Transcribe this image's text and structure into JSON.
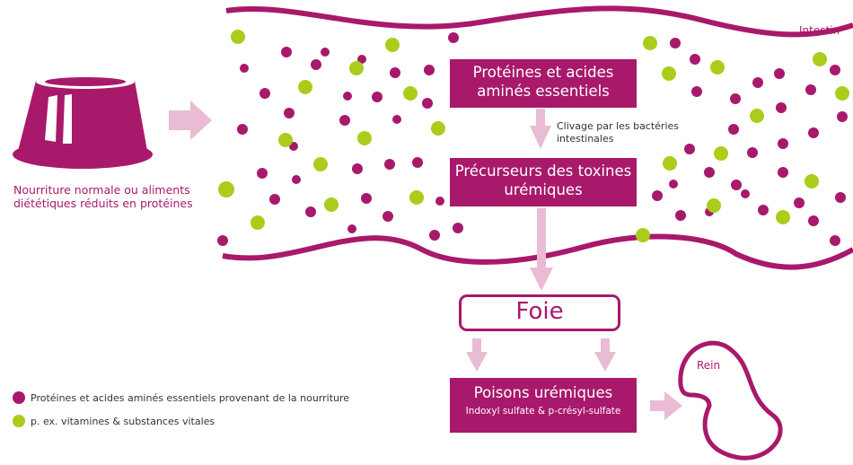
{
  "colors": {
    "magenta": "#a8196b",
    "green": "#a9cd1a",
    "arrow": "#e9bcd3"
  },
  "food_label": "Nourriture normale ou aliments diététiques réduits en protéines",
  "intestin_label": "Intestin",
  "box_proteines": "Protéines et acides aminés essentiels",
  "cleavage_label": "Clivage par les bactéries intestinales",
  "box_precurseurs": "Précurseurs des toxines urémiques",
  "box_foie": "Foie",
  "box_poisons": {
    "title": "Poisons urémiques",
    "subtitle": "Indoxyl sulfate & p-crésyl-sulfate"
  },
  "rein_label": "Rein",
  "legend": [
    {
      "label": "Protéines et acides aminés essentiels provenant de la nourriture",
      "color": "#a8196b"
    },
    {
      "label": "p. ex. vitamines & substances vitales",
      "color": "#a9cd1a"
    }
  ]
}
